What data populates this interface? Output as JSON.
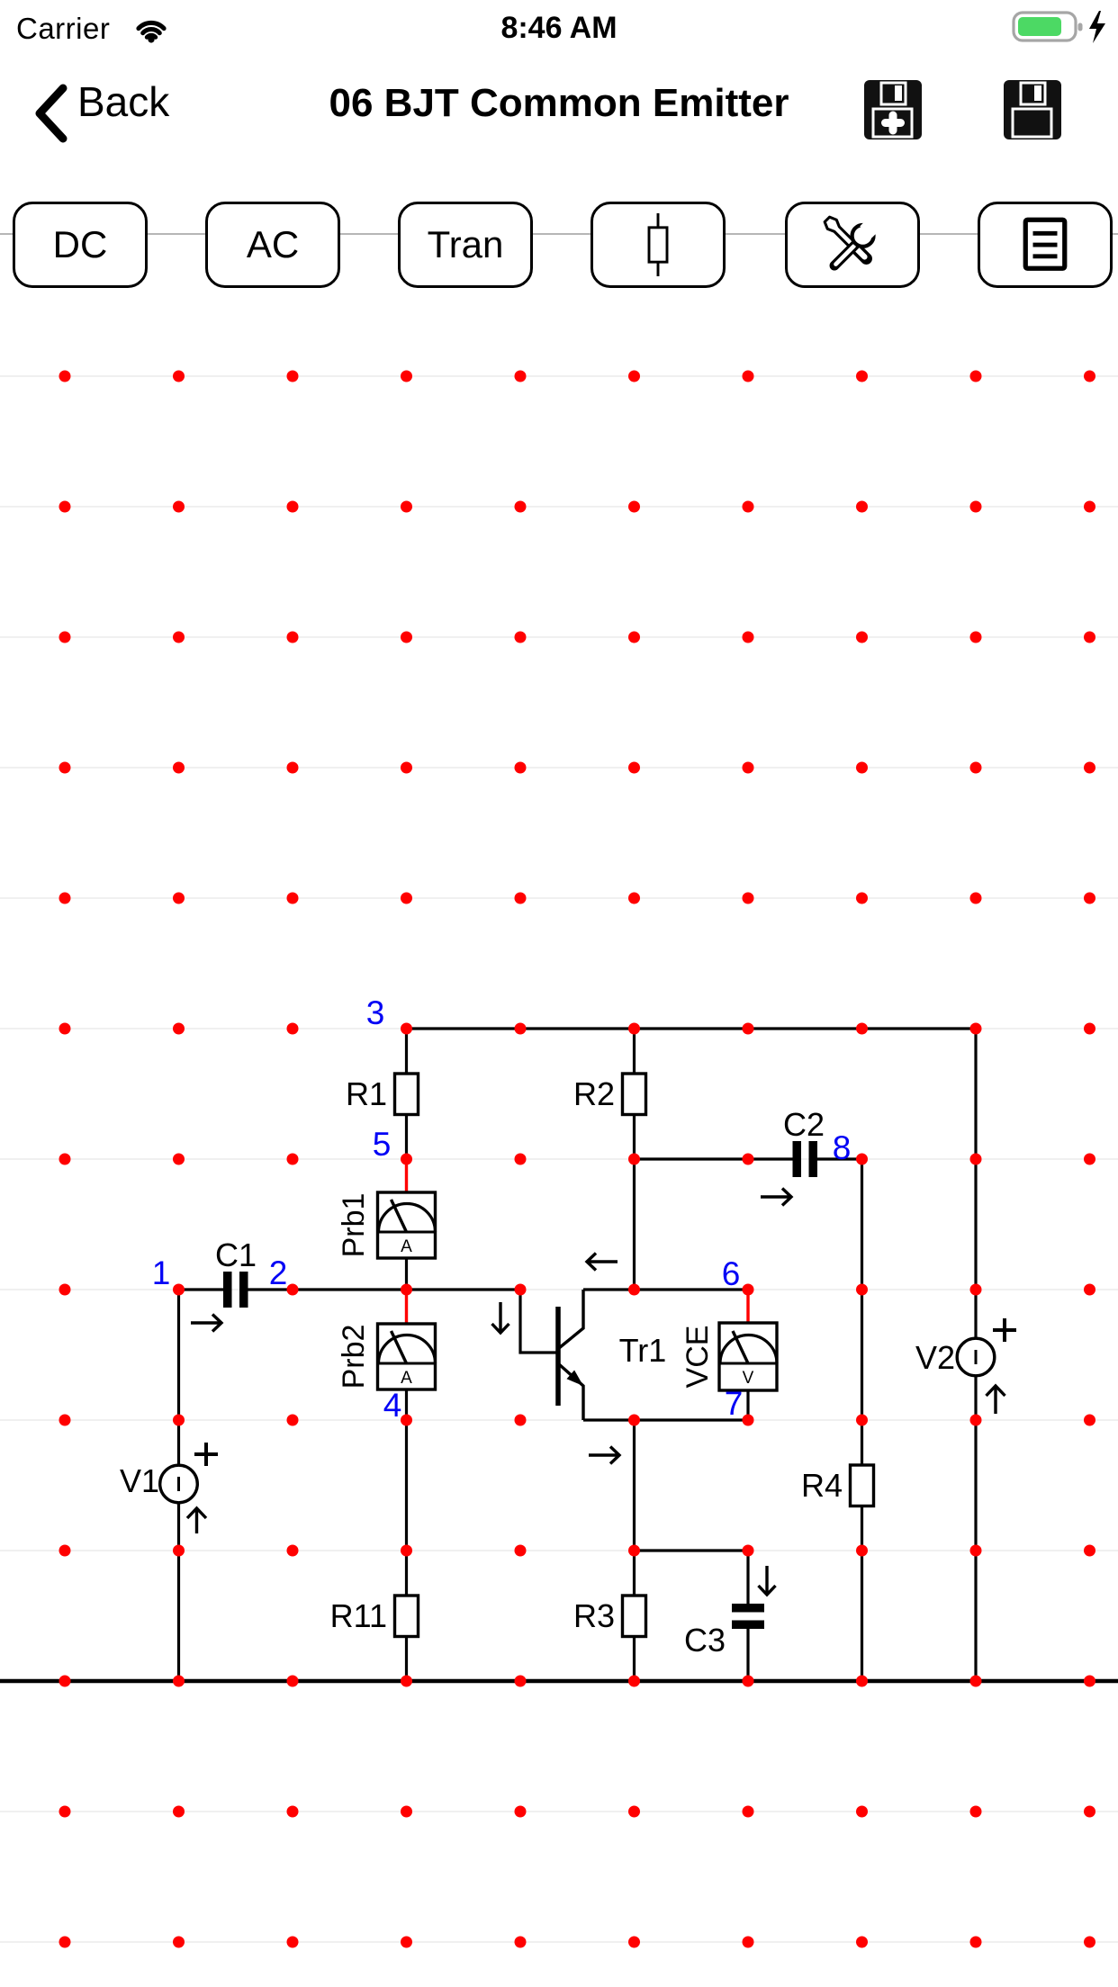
{
  "status_bar": {
    "carrier": "Carrier",
    "time": "8:46 AM",
    "battery_color": "#4cd964",
    "battery_outline": "#a6a6a6"
  },
  "nav": {
    "back_label": "Back",
    "title": "06 BJT Common Emitter"
  },
  "toolbar": {
    "buttons": [
      {
        "label": "DC"
      },
      {
        "label": "AC"
      },
      {
        "label": "Tran"
      },
      {
        "icon": "resistor-icon"
      },
      {
        "icon": "tools-icon"
      },
      {
        "icon": "list-icon"
      }
    ]
  },
  "icons": [
    "wifi-icon",
    "battery-icon",
    "charging-bolt-icon",
    "back-chevron-icon",
    "save-as-floppy-icon",
    "save-floppy-icon",
    "resistor-icon",
    "tools-icon",
    "list-icon"
  ],
  "circuit": {
    "colors": {
      "grid_dot": "#ff0000",
      "node_label": "#0202f5",
      "wire": "#000000",
      "probe_lead": "#ff0000"
    },
    "grid": {
      "cols": 10,
      "rows": 13
    },
    "components": {
      "r1": "R1",
      "r2": "R2",
      "r3": "R3",
      "r4": "R4",
      "r11": "R11",
      "c1": "C1",
      "c2": "C2",
      "c3": "C3",
      "tr1": "Tr1",
      "v1": "V1",
      "v2": "V2",
      "prb1": "Prb1",
      "prb2": "Prb2",
      "vce": "VCE"
    },
    "meter_units": {
      "prb1": "A",
      "prb2": "A",
      "vce": "V"
    },
    "nodes": {
      "n1": "1",
      "n2": "2",
      "n3": "3",
      "n4": "4",
      "n5": "5",
      "n6": "6",
      "n7": "7",
      "n8": "8"
    }
  }
}
